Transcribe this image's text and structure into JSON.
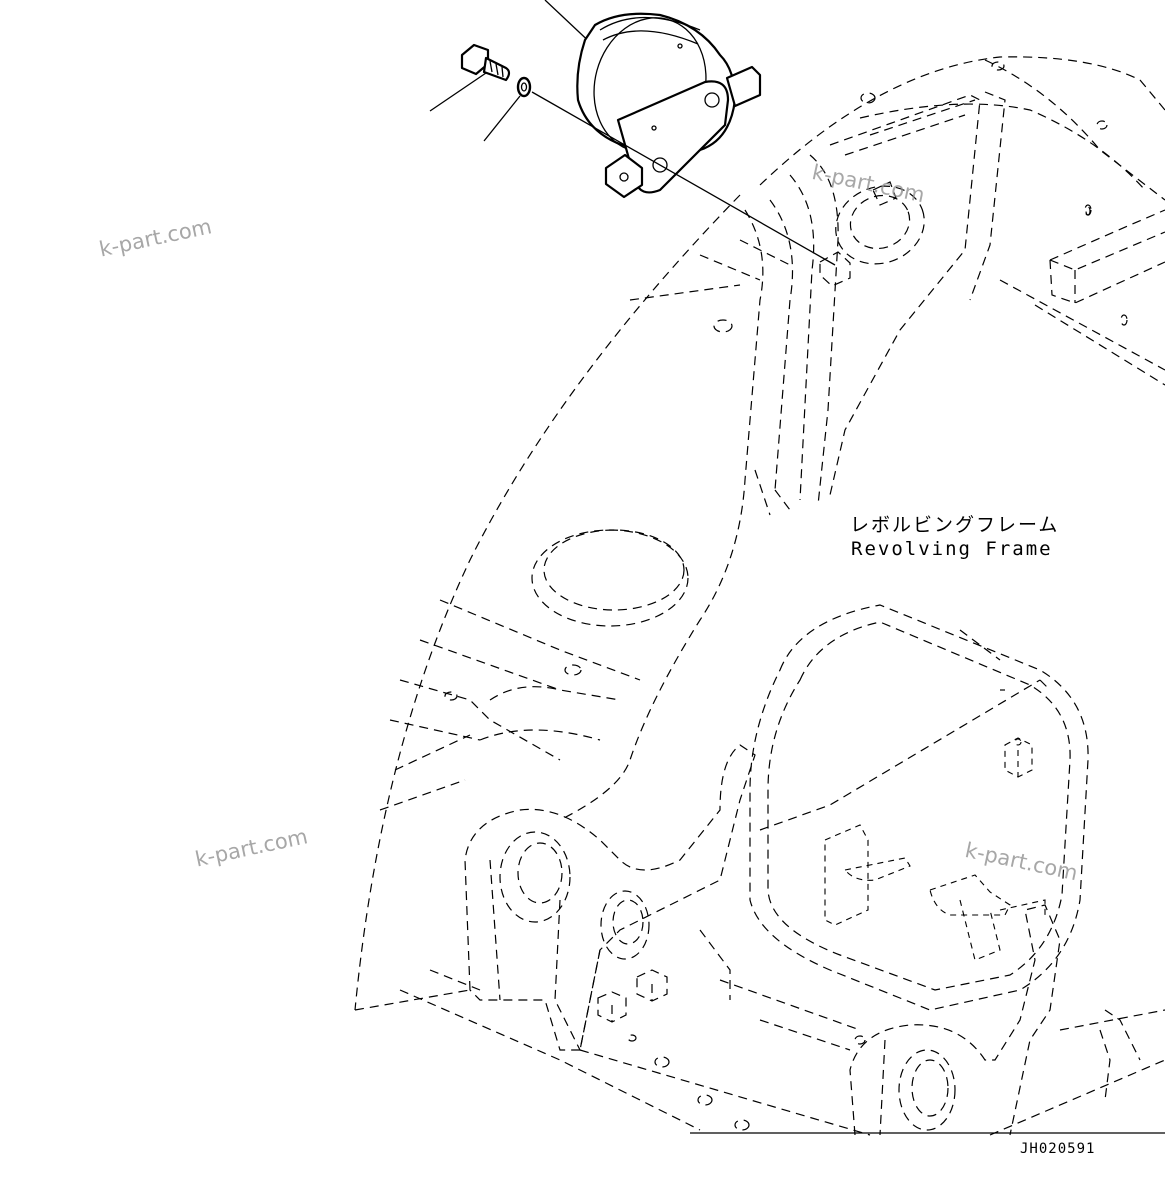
{
  "labels": {
    "frame_jp": "レボルビングフレーム",
    "frame_en": "Revolving Frame",
    "drawing_code": "JH020591"
  },
  "watermarks": [
    "k-part.com",
    "k-part.com",
    "k-part.com",
    "k-part.com"
  ]
}
